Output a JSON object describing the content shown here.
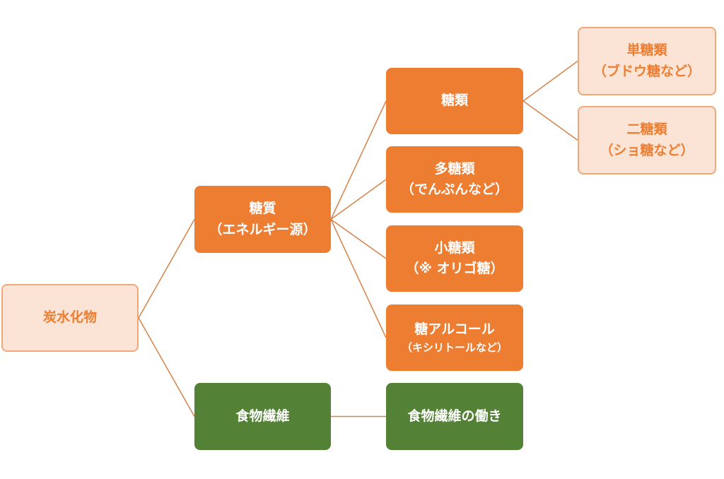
{
  "colors": {
    "light_fill": "#fbe4d5",
    "light_border": "#f0a878",
    "light_text": "#ed7d31",
    "orange": "#ed7d31",
    "green": "#538135",
    "connector": "#d5834a"
  },
  "diagram": {
    "root": {
      "label": "炭水化物"
    },
    "toshitsu": {
      "line1": "糖質",
      "line2": "（エネルギー源）"
    },
    "fiber": {
      "label": "食物繊維"
    },
    "torui": {
      "label": "糖類"
    },
    "tato": {
      "line1": "多糖類",
      "line2": "（でんぷんなど）"
    },
    "shoto": {
      "line1": "小糖類",
      "line2": "（※ オリゴ糖）"
    },
    "alcohol": {
      "line1": "糖アルコール",
      "line2": "（キシリトールなど）"
    },
    "fiber_function": {
      "label": "食物繊維の働き"
    },
    "tantorui": {
      "line1": "単糖類",
      "line2": "（ブドウ糖など）"
    },
    "nitorui": {
      "line1": "二糖類",
      "line2": "（ショ糖など）"
    }
  }
}
